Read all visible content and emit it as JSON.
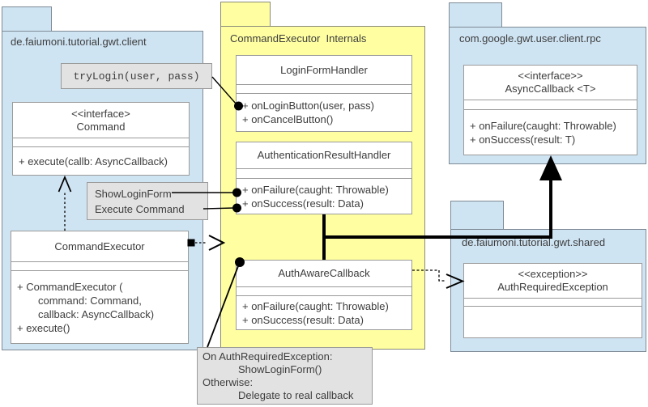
{
  "packages": {
    "client": {
      "title": "de.faiumoni.tutorial.gwt.client"
    },
    "internals": {
      "title": "CommandExecutor  Internals"
    },
    "rpc": {
      "title": "com.google.gwt.user.client.rpc"
    },
    "shared": {
      "title": "de.faiumoni.tutorial.gwt.shared"
    }
  },
  "classes": {
    "command": {
      "stereotype": "<<interface>",
      "name": "Command",
      "operations": [
        "+ execute(callb: AsyncCallback)"
      ]
    },
    "command_executor": {
      "name": "CommandExecutor",
      "operations": [
        "+ CommandExecutor (",
        "command: Command,",
        "callback: AsyncCallback)",
        "+ execute()"
      ]
    },
    "login_form_handler": {
      "name": "LoginFormHandler",
      "operations": [
        "+ onLoginButton(user, pass)",
        "+ onCancelButton()"
      ]
    },
    "auth_result_handler": {
      "name": "AuthenticationResultHandler",
      "operations": [
        "+ onFailure(caught: Throwable)",
        "+ onSuccess(result: Data)"
      ]
    },
    "auth_aware_callback": {
      "name": "AuthAwareCallback",
      "operations": [
        "+ onFailure(caught: Throwable)",
        "+ onSuccess(result: Data)"
      ]
    },
    "async_callback": {
      "stereotype": "<<interface>>",
      "name": "AsyncCallback <T>",
      "operations": [
        "+ onFailure(caught: Throwable)",
        "+ onSuccess(result: T)"
      ]
    },
    "auth_required_exception": {
      "stereotype": "<<exception>>",
      "name": "AuthRequiredException",
      "operations": []
    }
  },
  "notes": {
    "try_login": "tryLogin(user, pass)",
    "show_login_form": "ShowLoginForm",
    "execute_command": "Execute Command",
    "behavior": [
      "On AuthRequiredException:",
      "ShowLoginForm()",
      "Otherwise:",
      "Delegate to real callback"
    ]
  },
  "colors": {
    "package_blue": "#cfe4f3",
    "package_yellow": "#ffffa2",
    "note_gray": "#e2e2e2",
    "class_white": "#ffffff",
    "connector_black": "#000000",
    "border_gray": "#9a9a9a"
  }
}
